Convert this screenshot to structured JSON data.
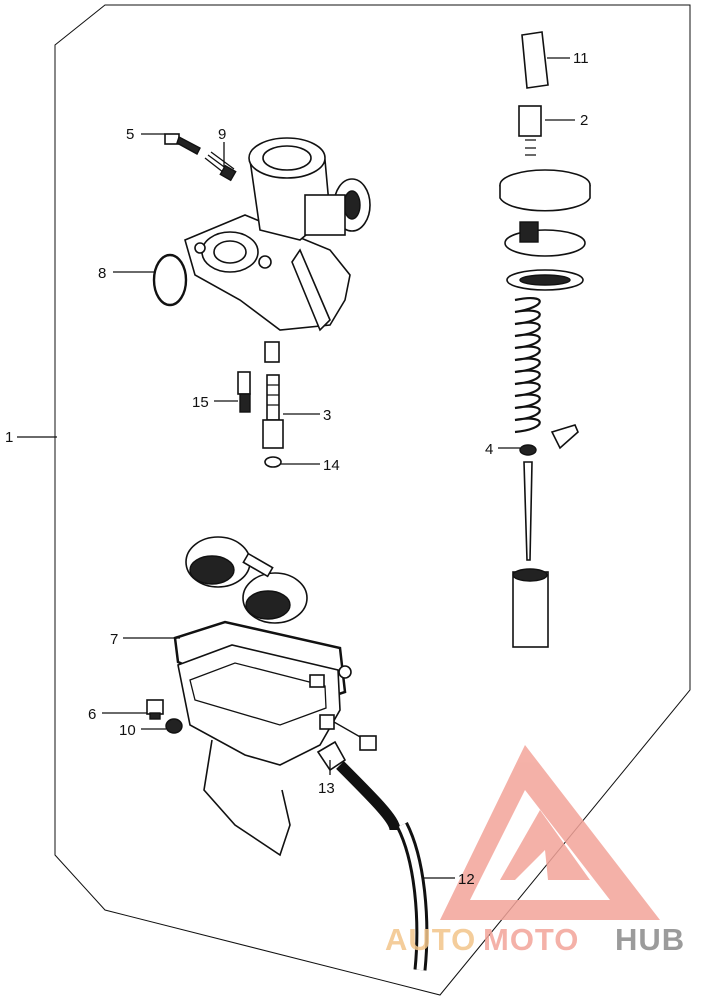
{
  "callouts": [
    {
      "id": "1",
      "text": "1"
    },
    {
      "id": "2",
      "text": "2"
    },
    {
      "id": "3",
      "text": "3"
    },
    {
      "id": "4",
      "text": "4"
    },
    {
      "id": "5",
      "text": "5"
    },
    {
      "id": "6",
      "text": "6"
    },
    {
      "id": "7",
      "text": "7"
    },
    {
      "id": "8",
      "text": "8"
    },
    {
      "id": "9",
      "text": "9"
    },
    {
      "id": "10",
      "text": "10"
    },
    {
      "id": "11",
      "text": "11"
    },
    {
      "id": "12",
      "text": "12"
    },
    {
      "id": "13",
      "text": "13"
    },
    {
      "id": "14",
      "text": "14"
    },
    {
      "id": "15",
      "text": "15"
    }
  ],
  "watermark": {
    "part1": "AUTO",
    "part2": "MOTO",
    "part3": "HUB",
    "color_primary": "#f3a49a",
    "color_secondary": "#f3c58a",
    "color_tertiary": "#8a8a8a"
  }
}
